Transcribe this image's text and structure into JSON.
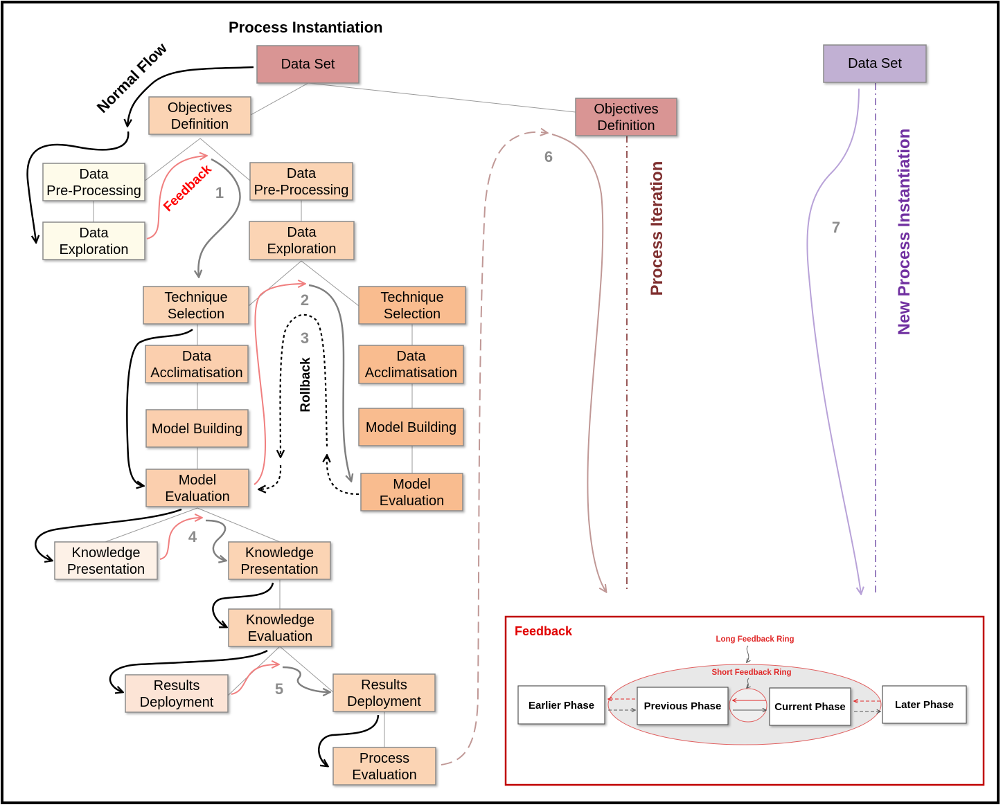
{
  "title": "Process Instantiation",
  "annotations": {
    "normal_flow": "Normal Flow",
    "feedback": "Feedback",
    "rollback": "Rollback",
    "process_iteration": "Process Iteration",
    "new_process_instantiation": "New Process Instantiation"
  },
  "step_numbers": {
    "s1": "1",
    "s2": "2",
    "s3": "3",
    "s4": "4",
    "s5": "5",
    "s6": "6",
    "s7": "7"
  },
  "boxes": {
    "data_set": [
      "Data Set"
    ],
    "objectives_definition": [
      "Objectives",
      "Definition"
    ],
    "pre_processing_a": [
      "Data",
      "Pre-Processing"
    ],
    "exploration_a": [
      "Data",
      "Exploration"
    ],
    "pre_processing_b": [
      "Data",
      "Pre-Processing"
    ],
    "exploration_b": [
      "Data",
      "Exploration"
    ],
    "technique_selection_a": [
      "Technique",
      "Selection"
    ],
    "technique_selection_b": [
      "Technique",
      "Selection"
    ],
    "acclimatisation_a": [
      "Data",
      "Acclimatisation"
    ],
    "acclimatisation_b": [
      "Data",
      "Acclimatisation"
    ],
    "model_building_a": [
      "Model Building"
    ],
    "model_building_b": [
      "Model Building"
    ],
    "model_evaluation_a": [
      "Model",
      "Evaluation"
    ],
    "model_evaluation_b": [
      "Model",
      "Evaluation"
    ],
    "knowledge_presentation_a": [
      "Knowledge",
      "Presentation"
    ],
    "knowledge_presentation_b": [
      "Knowledge",
      "Presentation"
    ],
    "knowledge_evaluation": [
      "Knowledge",
      "Evaluation"
    ],
    "results_deployment_a": [
      "Results",
      "Deployment"
    ],
    "results_deployment_b": [
      "Results",
      "Deployment"
    ],
    "process_evaluation": [
      "Process",
      "Evaluation"
    ],
    "objectives_definition_iteration": [
      "Objectives",
      "Definition"
    ],
    "data_set_new": [
      "Data Set"
    ]
  },
  "legend": {
    "title": "Feedback",
    "long_ring": "Long Feedback Ring",
    "short_ring": "Short Feedback Ring",
    "phases": {
      "earlier": "Earlier Phase",
      "previous": "Previous Phase",
      "current": "Current Phase",
      "later": "Later Phase"
    }
  },
  "colors": {
    "normal_flow": "#000000",
    "forward": "#7f7f7f",
    "feedback": "#f07f7f",
    "iteration": "#7f2f2f",
    "new_instantiation": "#7030a0",
    "legend_border": "#c00000"
  }
}
